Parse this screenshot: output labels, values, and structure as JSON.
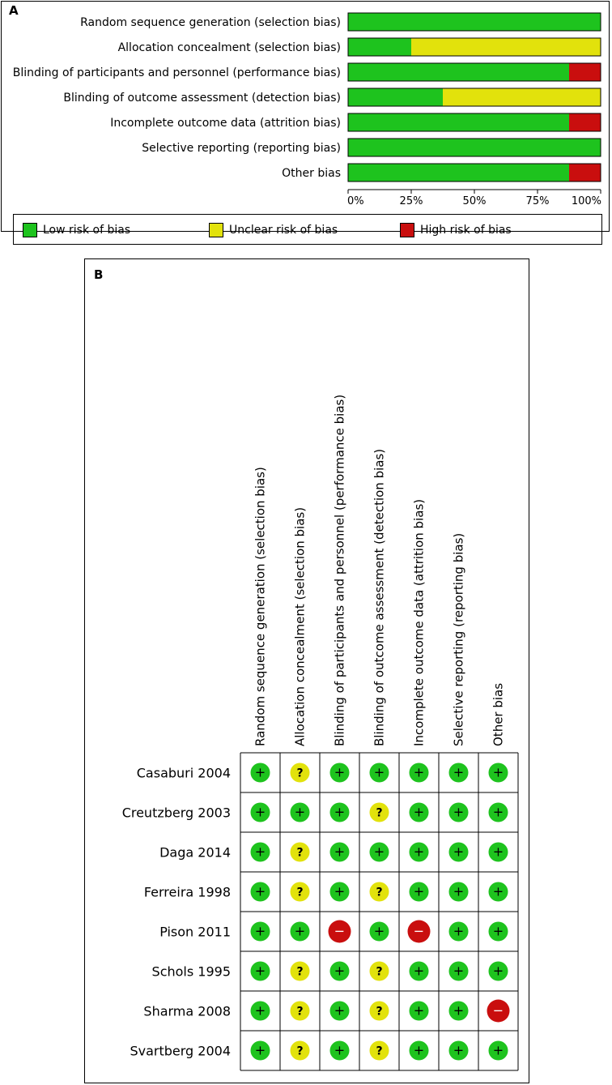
{
  "colors": {
    "low": "#1ec31e",
    "unclear": "#e2e20c",
    "high": "#c90e0e"
  },
  "panels": {
    "a_label": "A",
    "b_label": "B"
  },
  "legend": {
    "low": "Low risk of bias",
    "unclear": "Unclear risk of bias",
    "high": "High risk of bias"
  },
  "symbols": {
    "low": "+",
    "unclear": "?",
    "high": "−"
  },
  "chart_data": [
    {
      "type": "bar",
      "orientation": "horizontal",
      "stacked": true,
      "categories": [
        "Random sequence generation (selection bias)",
        "Allocation concealment (selection bias)",
        "Blinding of participants and personnel (performance bias)",
        "Blinding of outcome assessment (detection bias)",
        "Incomplete outcome data (attrition bias)",
        "Selective reporting (reporting bias)",
        "Other bias"
      ],
      "series": [
        {
          "name": "Low risk of bias",
          "values": [
            100,
            25,
            87.5,
            37.5,
            87.5,
            100,
            87.5
          ]
        },
        {
          "name": "Unclear risk of bias",
          "values": [
            0,
            75,
            0,
            62.5,
            0,
            0,
            0
          ]
        },
        {
          "name": "High risk of bias",
          "values": [
            0,
            0,
            12.5,
            0,
            12.5,
            0,
            12.5
          ]
        }
      ],
      "xlim": [
        0,
        100
      ],
      "x_ticks": [
        "0%",
        "25%",
        "50%",
        "75%",
        "100%"
      ],
      "legend_position": "bottom"
    },
    {
      "type": "table",
      "columns": [
        "Random sequence generation (selection bias)",
        "Allocation concealment (selection bias)",
        "Blinding of participants and personnel (performance bias)",
        "Blinding of outcome assessment (detection bias)",
        "Incomplete outcome data (attrition bias)",
        "Selective reporting (reporting bias)",
        "Other bias"
      ],
      "rows": [
        {
          "study": "Casaburi 2004",
          "ratings": [
            "low",
            "unclear",
            "low",
            "low",
            "low",
            "low",
            "low"
          ]
        },
        {
          "study": "Creutzberg 2003",
          "ratings": [
            "low",
            "low",
            "low",
            "unclear",
            "low",
            "low",
            "low"
          ]
        },
        {
          "study": "Daga 2014",
          "ratings": [
            "low",
            "unclear",
            "low",
            "low",
            "low",
            "low",
            "low"
          ]
        },
        {
          "study": "Ferreira 1998",
          "ratings": [
            "low",
            "unclear",
            "low",
            "unclear",
            "low",
            "low",
            "low"
          ]
        },
        {
          "study": "Pison 2011",
          "ratings": [
            "low",
            "low",
            "high",
            "low",
            "high",
            "low",
            "low"
          ]
        },
        {
          "study": "Schols 1995",
          "ratings": [
            "low",
            "unclear",
            "low",
            "unclear",
            "low",
            "low",
            "low"
          ]
        },
        {
          "study": "Sharma 2008",
          "ratings": [
            "low",
            "unclear",
            "low",
            "unclear",
            "low",
            "low",
            "high"
          ]
        },
        {
          "study": "Svartberg 2004",
          "ratings": [
            "low",
            "unclear",
            "low",
            "unclear",
            "low",
            "low",
            "low"
          ]
        }
      ]
    }
  ]
}
